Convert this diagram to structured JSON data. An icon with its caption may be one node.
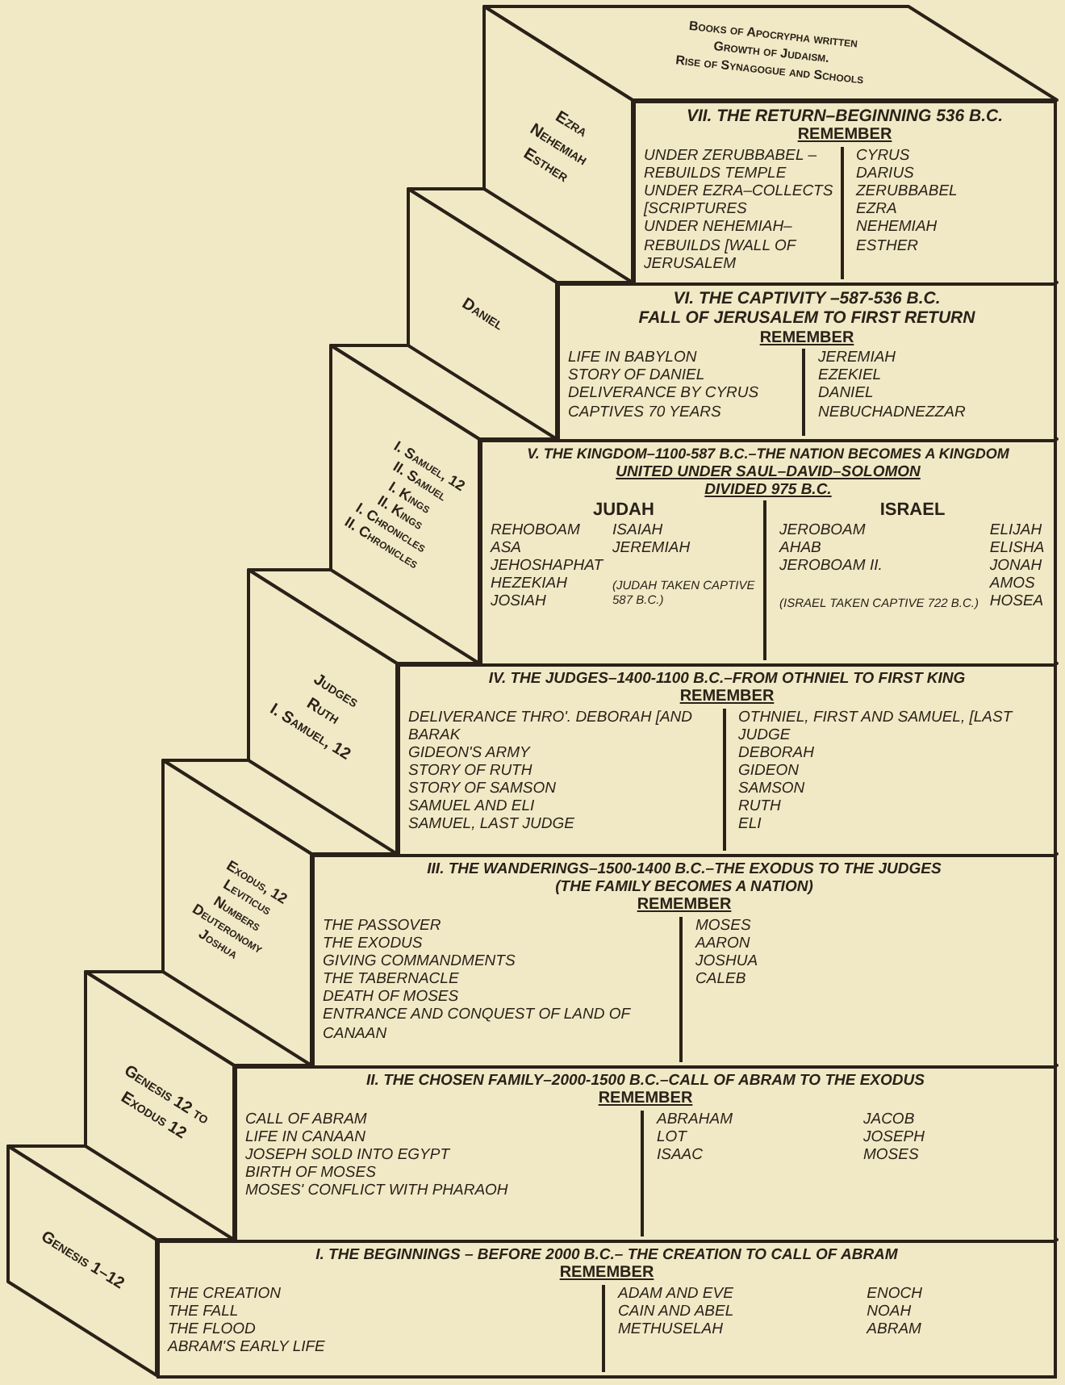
{
  "diagram": {
    "nodes": [
      {
        "text": [
          "Books of Apocrypha written",
          "Growth of Judaism.",
          "Rise of Synagogue and Schools"
        ]
      },
      {
        "text": [
          "Ezra",
          "Nehemiah",
          "Esther"
        ]
      },
      {
        "text": [
          "VII. THE RETURN–BEGINNING 536 B.C.",
          "REMEMBER",
          "UNDER ZERUBBABEL –REBUILDS TEMPLE",
          "UNDER EZRA–COLLECTS [SCRIPTURES",
          "UNDER NEHEMIAH–REBUILDS [WALL OF JERUSALEM",
          "CYRUS",
          "DARIUS",
          "ZERUBBABEL",
          "EZRA",
          "NEHEMIAH",
          "ESTHER"
        ]
      },
      {
        "text": [
          "Daniel"
        ]
      },
      {
        "text": [
          "VI. THE CAPTIVITY –587-536 B.C.",
          "FALL OF JERUSALEM TO FIRST RETURN",
          "REMEMBER",
          "LIFE IN BABYLON",
          "STORY OF DANIEL",
          "DELIVERANCE BY CYRUS",
          "CAPTIVES 70 YEARS",
          "JEREMIAH",
          "EZEKIEL",
          "DANIEL",
          "NEBUCHADNEZZAR"
        ]
      },
      {
        "text": [
          "I. Samuel, 12",
          "II. Samuel",
          "I. Kings",
          "II. Kings",
          "I. Chronicles",
          "II. Chronicles"
        ]
      },
      {
        "text": [
          "V. THE KINGDOM–1100-587 B.C.–THE NATION BECOMES A KINGDOM",
          "UNITED UNDER SAUL–DAVID–SOLOMON",
          "DIVIDED 975 B.C.",
          "JUDAH",
          "REHOBOAM",
          "ASA",
          "JEHOSHAPHAT",
          "HEZEKIAH",
          "JOSIAH",
          "ISAIAH",
          "JEREMIAH",
          "(JUDAH TAKEN CAPTIVE 587 B.C.)",
          "ISRAEL",
          "JEROBOAM",
          "AHAB",
          "JEROBOAM II.",
          "(ISRAEL TAKEN CAPTIVE 722 B.C.)",
          "ELIJAH",
          "ELISHA",
          "JONAH",
          "AMOS",
          "HOSEA"
        ]
      },
      {
        "text": [
          "Judges",
          "Ruth",
          "I. Samuel, 12"
        ]
      },
      {
        "text": [
          "IV. THE JUDGES–1400-1100 B.C.–FROM OTHNIEL TO FIRST KING",
          "REMEMBER",
          "DELIVERANCE THRO'. DEBORAH [AND BARAK",
          "GIDEON'S ARMY",
          "STORY OF RUTH",
          "STORY OF SAMSON",
          "SAMUEL AND ELI",
          "SAMUEL, LAST JUDGE",
          "OTHNIEL, FIRST AND SAMUEL, [LAST JUDGE",
          "DEBORAH",
          "GIDEON",
          "SAMSON",
          "RUTH",
          "ELI"
        ]
      },
      {
        "text": [
          "Exodus, 12",
          "Leviticus",
          "Numbers",
          "Deuteronomy",
          "Joshua"
        ]
      },
      {
        "text": [
          "III. THE WANDERINGS–1500-1400 B.C.–THE EXODUS TO THE JUDGES",
          "(THE FAMILY BECOMES A NATION)",
          "REMEMBER",
          "THE PASSOVER",
          "THE EXODUS",
          "GIVING COMMANDMENTS",
          "THE TABERNACLE",
          "DEATH OF MOSES",
          "ENTRANCE AND CONQUEST OF LAND OF CANAAN",
          "MOSES",
          "AARON",
          "JOSHUA",
          "CALEB"
        ]
      },
      {
        "text": [
          "Genesis 12 to Exodus 12"
        ]
      },
      {
        "text": [
          "II. THE CHOSEN FAMILY–2000-1500 B.C.–CALL OF ABRAM TO THE EXODUS",
          "REMEMBER",
          "CALL OF ABRAM",
          "LIFE IN CANAAN",
          "JOSEPH SOLD INTO EGYPT",
          "BIRTH OF MOSES",
          "MOSES' CONFLICT WITH PHARAOH",
          "ABRAHAM",
          "LOT",
          "ISAAC",
          "JACOB",
          "JOSEPH",
          "MOSES"
        ]
      },
      {
        "text": [
          "Genesis 1–12"
        ]
      },
      {
        "text": [
          "I. THE BEGINNINGS – BEFORE 2000 B.C.– THE CREATION TO CALL OF ABRAM",
          "REMEMBER",
          "THE CREATION",
          "THE FALL",
          "THE FLOOD",
          "ABRAM'S EARLY LIFE",
          "ADAM AND EVE",
          "CAIN AND ABEL",
          "METHUSELAH",
          "ENOCH",
          "NOAH",
          "ABRAM"
        ]
      }
    ]
  }
}
